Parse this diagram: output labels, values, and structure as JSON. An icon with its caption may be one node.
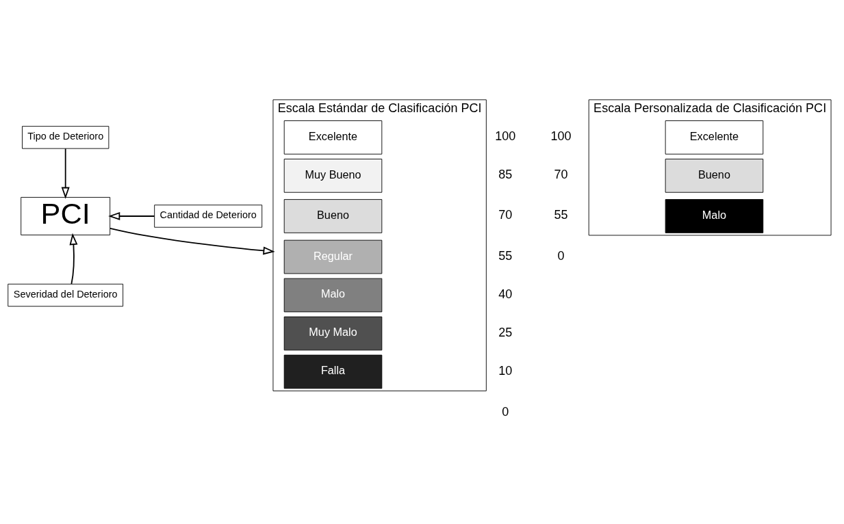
{
  "diagram": {
    "nodes": [
      {
        "text": [
          "Tipo de Deterioro"
        ]
      },
      {
        "text": [
          "Cantidad de Deterioro"
        ]
      },
      {
        "text": [
          "PCI"
        ]
      },
      {
        "text": [
          "Severidad del Deterioro"
        ]
      },
      {
        "text": [
          "Escala Estándar de Clasificación PCI"
        ]
      },
      {
        "text": [
          "Excelente"
        ],
        "in": 4
      },
      {
        "text": [
          "Muy Bueno"
        ],
        "in": 4
      },
      {
        "text": [
          "Bueno"
        ],
        "in": 4
      },
      {
        "text": [
          "Regular"
        ],
        "in": 4
      },
      {
        "text": [
          "Malo"
        ],
        "in": 4
      },
      {
        "text": [
          "Muy Malo"
        ],
        "in": 4
      },
      {
        "text": [
          "Falla"
        ],
        "in": 4
      },
      {
        "text": [
          "Escala Personalizada de Clasificación PCI"
        ]
      },
      {
        "text": [
          "Excelente"
        ],
        "in": 12
      },
      {
        "text": [
          "Bueno"
        ],
        "in": 12
      },
      {
        "text": [
          "Malo"
        ],
        "in": 12
      }
    ],
    "edges": [
      {
        "from": 0,
        "to": 2,
        "arrow": "to"
      },
      {
        "from": 1,
        "to": 2,
        "arrow": "to"
      },
      {
        "from": 3,
        "to": 2,
        "arrow": "to"
      },
      {
        "from": 2,
        "to": 4,
        "arrow": "to"
      }
    ],
    "labels": [
      "100",
      "85",
      "70",
      "55",
      "40",
      "25",
      "10",
      "0",
      "100",
      "70",
      "55",
      "0"
    ]
  }
}
